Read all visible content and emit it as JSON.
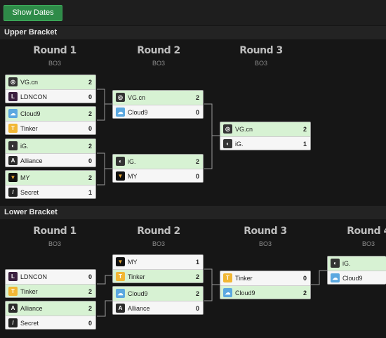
{
  "toolbar": {
    "show_dates": "Show Dates"
  },
  "upper": {
    "title": "Upper Bracket",
    "rounds": [
      {
        "name": "Round 1",
        "format": "BO3"
      },
      {
        "name": "Round 2",
        "format": "BO3"
      },
      {
        "name": "Round 3",
        "format": "BO3"
      }
    ],
    "matches": [
      {
        "t1": "VG.cn",
        "s1": "2",
        "t2": "LDNCON",
        "s2": "0"
      },
      {
        "t1": "Cloud9",
        "s1": "2",
        "t2": "Tinker",
        "s2": "0"
      },
      {
        "t1": "iG.",
        "s1": "2",
        "t2": "Alliance",
        "s2": "0"
      },
      {
        "t1": "MY",
        "s1": "2",
        "t2": "Secret",
        "s2": "1"
      },
      {
        "t1": "VG.cn",
        "s1": "2",
        "t2": "Cloud9",
        "s2": "0"
      },
      {
        "t1": "iG.",
        "s1": "2",
        "t2": "MY",
        "s2": "0"
      },
      {
        "t1": "VG.cn",
        "s1": "2",
        "t2": "iG.",
        "s2": "1"
      }
    ]
  },
  "lower": {
    "title": "Lower Bracket",
    "rounds": [
      {
        "name": "Round 1",
        "format": "BO3"
      },
      {
        "name": "Round 2",
        "format": "BO3"
      },
      {
        "name": "Round 3",
        "format": "BO3"
      },
      {
        "name": "Round 4",
        "format": "BO3"
      }
    ],
    "matches": [
      {
        "t1": "LDNCON",
        "s1": "0",
        "t2": "Tinker",
        "s2": "2"
      },
      {
        "t1": "Alliance",
        "s1": "2",
        "t2": "Secret",
        "s2": "0"
      },
      {
        "t1": "MY",
        "s1": "1",
        "t2": "Tinker",
        "s2": "2"
      },
      {
        "t1": "Cloud9",
        "s1": "2",
        "t2": "Alliance",
        "s2": "0"
      },
      {
        "t1": "Tinker",
        "s1": "0",
        "t2": "Cloud9",
        "s2": "2"
      },
      {
        "t1": "iG.",
        "s1": "",
        "t2": "Cloud9",
        "s2": ""
      }
    ]
  }
}
